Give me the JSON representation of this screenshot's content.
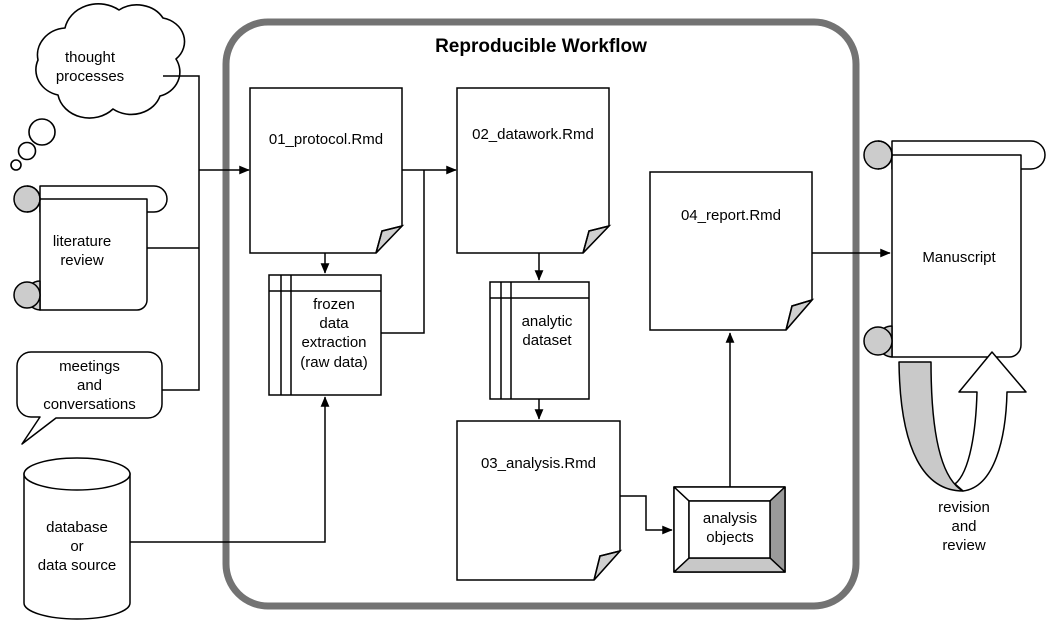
{
  "diagram": {
    "title": "Reproducible Workflow",
    "container_label": "reproducible-workflow-container"
  },
  "inputs": [
    {
      "id": "thought-processes",
      "label": "thought\nprocesses",
      "shape": "cloud"
    },
    {
      "id": "literature-review",
      "label": "literature\nreview",
      "shape": "scroll"
    },
    {
      "id": "meetings-and-conversations",
      "label": "meetings\nand\nconversations",
      "shape": "callout"
    },
    {
      "id": "database-or-data-source",
      "label": "database\nor\ndata source",
      "shape": "cylinder"
    }
  ],
  "scripts": [
    {
      "id": "protocol",
      "label": "01_protocol.Rmd",
      "shape": "document"
    },
    {
      "id": "datawork",
      "label": "02_datawork.Rmd",
      "shape": "document"
    },
    {
      "id": "analysis",
      "label": "03_analysis.Rmd",
      "shape": "document"
    },
    {
      "id": "report",
      "label": "04_report.Rmd",
      "shape": "document"
    }
  ],
  "artifacts": [
    {
      "id": "frozen-data-extraction",
      "label": "frozen\ndata\nextraction\n(raw data)",
      "shape": "table"
    },
    {
      "id": "analytic-dataset",
      "label": "analytic\ndataset",
      "shape": "table"
    },
    {
      "id": "analysis-objects",
      "label": "analysis\nobjects",
      "shape": "cube"
    }
  ],
  "outputs": [
    {
      "id": "manuscript",
      "label": "Manuscript",
      "shape": "scroll"
    }
  ],
  "loops": [
    {
      "id": "revision-and-review",
      "label": "revision\nand\nreview",
      "shape": "u-turn-arrow"
    }
  ],
  "colors": {
    "container_border": "#737373",
    "shape_stroke": "#000000",
    "shape_fill": "#ffffff",
    "fold_fill": "#d0d0d0",
    "cube_side_fill": "#9a9a9a",
    "cube_bottom_fill": "#c8c8c8",
    "arrow_band_fill": "#c9c9c9",
    "text": "#000000"
  }
}
